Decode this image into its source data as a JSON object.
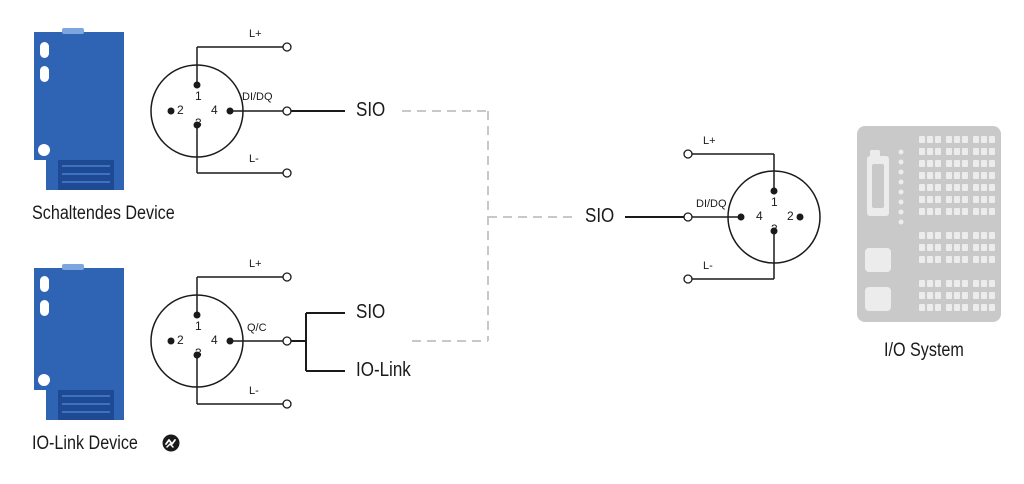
{
  "devices": [
    {
      "caption": "Schaltendes Device",
      "connector": {
        "pin1": "1",
        "pin2": "2",
        "pin3": "3",
        "pin4": "4",
        "l_plus": "L+",
        "l_minus": "L-",
        "signal": "DI/DQ"
      },
      "modes": [
        "SIO"
      ]
    },
    {
      "caption": "IO-Link Device",
      "logo_icon": "io-link-logo-icon",
      "connector": {
        "pin1": "1",
        "pin2": "2",
        "pin3": "3",
        "pin4": "4",
        "l_plus": "L+",
        "l_minus": "L-",
        "signal": "Q/C"
      },
      "modes": [
        "SIO",
        "IO-Link"
      ]
    }
  ],
  "system": {
    "caption": "I/O System",
    "mode": "SIO",
    "connector": {
      "pin1": "1",
      "pin2": "2",
      "pin3": "3",
      "pin4": "4",
      "l_plus": "L+",
      "l_minus": "L-",
      "signal": "DI/DQ"
    }
  },
  "colors": {
    "sensor_blue": "#2f63b3",
    "sensor_dark": "#1d4a93",
    "line": "#1a1a1a",
    "dashed": "#c8c8c8",
    "module_gray": "#c9c9c9",
    "module_light": "#ececec"
  }
}
